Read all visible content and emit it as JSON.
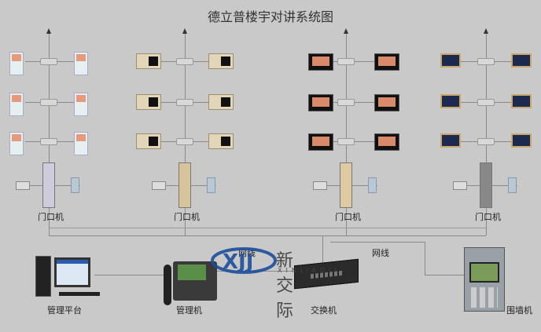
{
  "title": "德立普楼宇对讲系统图",
  "columns": [
    {
      "door_label": "门口机",
      "style": "white"
    },
    {
      "door_label": "门口机",
      "style": "beige"
    },
    {
      "door_label": "门口机",
      "style": "black"
    },
    {
      "door_label": "门口机",
      "style": "gold"
    }
  ],
  "bottom": {
    "platform": "管理平台",
    "manager": "管理机",
    "switch": "交换机",
    "wall_unit": "围墙机",
    "cable_label_1": "网线",
    "cable_label_2": "网线"
  },
  "watermark": {
    "cn": "新交际",
    "en": "XINJIAOJI",
    "logo": "XJJ"
  }
}
